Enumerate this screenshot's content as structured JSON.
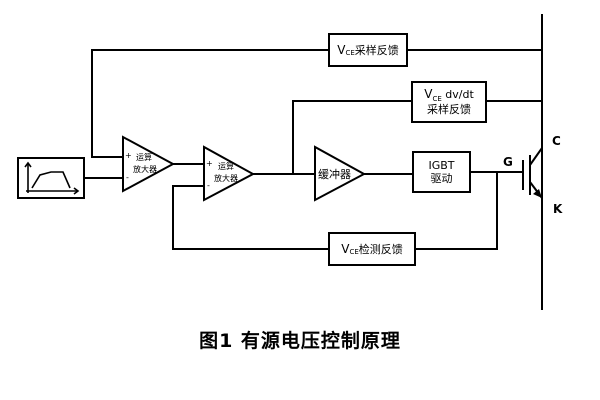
{
  "figure": {
    "caption": "图1  有源电压控制原理"
  },
  "blocks": {
    "reference": {
      "icon": "reference-waveform-icon"
    },
    "amp1": {
      "plus": "+",
      "minus": "-",
      "line1": "运算",
      "line2": "放大器"
    },
    "amp2": {
      "plus": "+",
      "minus": "-",
      "line1": "运算",
      "line2": "放大器"
    },
    "buffer": {
      "label": "缓冲器"
    },
    "igbt_driver": {
      "line1": "IGBT",
      "line2": "驱动"
    },
    "vce_feedback": {
      "symbol": "V",
      "subscript": "CE",
      "label": "采样反馈"
    },
    "dvdt_feedback": {
      "symbol": "V",
      "subscript": "CE",
      "line1_rest": " dv/dt",
      "line2": "采样反馈"
    },
    "vce_detect_feedback": {
      "symbol": "V",
      "subscript": "CE",
      "label": "检测反馈"
    }
  },
  "terminals": {
    "collector": "C",
    "gate": "G",
    "emitter": "K"
  },
  "colors": {
    "line": "#000000",
    "background": "#ffffff"
  }
}
